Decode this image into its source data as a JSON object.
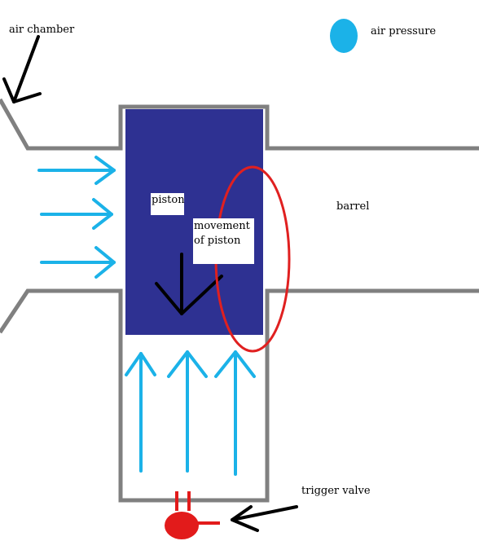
{
  "labels": {
    "air_chamber": "air chamber",
    "air_pressure": "air pressure",
    "barrel": "barrel",
    "piston": "piston",
    "movement_of_piston": "movement of piston",
    "trigger_valve": "trigger valve"
  },
  "colors": {
    "wall": "#808080",
    "piston": "#2e3192",
    "air": "#1bb2e8",
    "highlight": "#e02020",
    "valve": "#e21b1b",
    "pointer": "#000000"
  }
}
